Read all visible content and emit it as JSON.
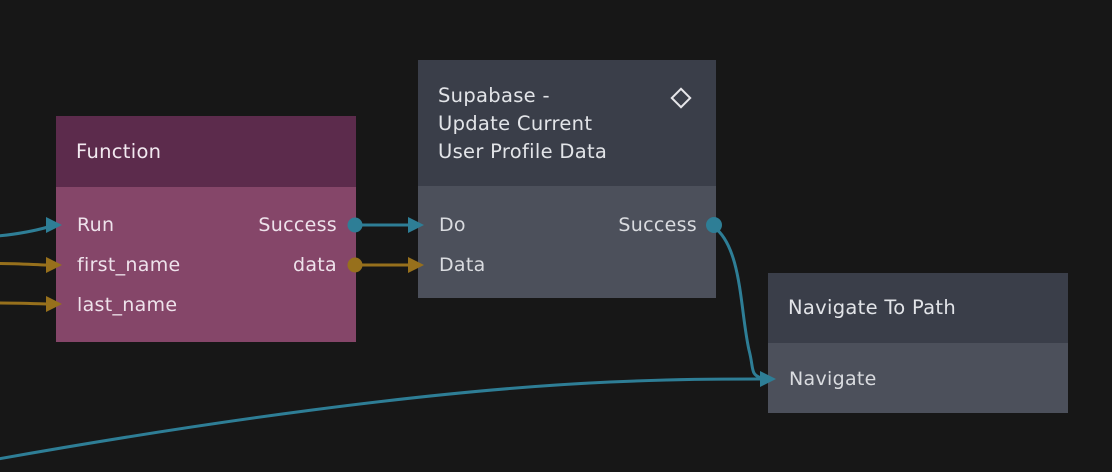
{
  "app": "visual-flow-editor",
  "colors": {
    "canvas_background": "#171717",
    "signal_wire": "#2E7E96",
    "data_wire": "#97701C",
    "function_header": "#5C2B4C",
    "function_body": "#854669",
    "node_header": "#3A3E49",
    "node_body": "#4C505B"
  },
  "nodes": {
    "function": {
      "title": "Function",
      "inputs": [
        {
          "label": "Run",
          "type": "signal"
        },
        {
          "label": "first_name",
          "type": "data"
        },
        {
          "label": "last_name",
          "type": "data"
        }
      ],
      "outputs": [
        {
          "label": "Success",
          "type": "signal"
        },
        {
          "label": "data",
          "type": "data"
        }
      ]
    },
    "supabase": {
      "title": "Supabase - Update Current User Profile Data",
      "title_lines": {
        "0": "Supabase -",
        "1": "Update Current",
        "2": "User Profile Data"
      },
      "icon": "diamond-component-icon",
      "inputs": [
        {
          "label": "Do",
          "type": "signal"
        },
        {
          "label": "Data",
          "type": "data"
        }
      ],
      "outputs": [
        {
          "label": "Success",
          "type": "signal"
        }
      ]
    },
    "navigate": {
      "title": "Navigate To Path",
      "inputs": [
        {
          "label": "Navigate",
          "type": "signal"
        }
      ]
    }
  },
  "wires": [
    {
      "from": "offscreen-left",
      "to": "function.Run",
      "type": "signal"
    },
    {
      "from": "offscreen-left",
      "to": "function.first_name",
      "type": "data"
    },
    {
      "from": "offscreen-left",
      "to": "function.last_name",
      "type": "data"
    },
    {
      "from": "function.Success",
      "to": "supabase.Do",
      "type": "signal"
    },
    {
      "from": "function.data",
      "to": "supabase.Data",
      "type": "data"
    },
    {
      "from": "supabase.Success",
      "to": "navigate.Navigate",
      "type": "signal"
    },
    {
      "from": "offscreen-bottom-left",
      "to": "navigate.Navigate",
      "type": "signal"
    }
  ]
}
